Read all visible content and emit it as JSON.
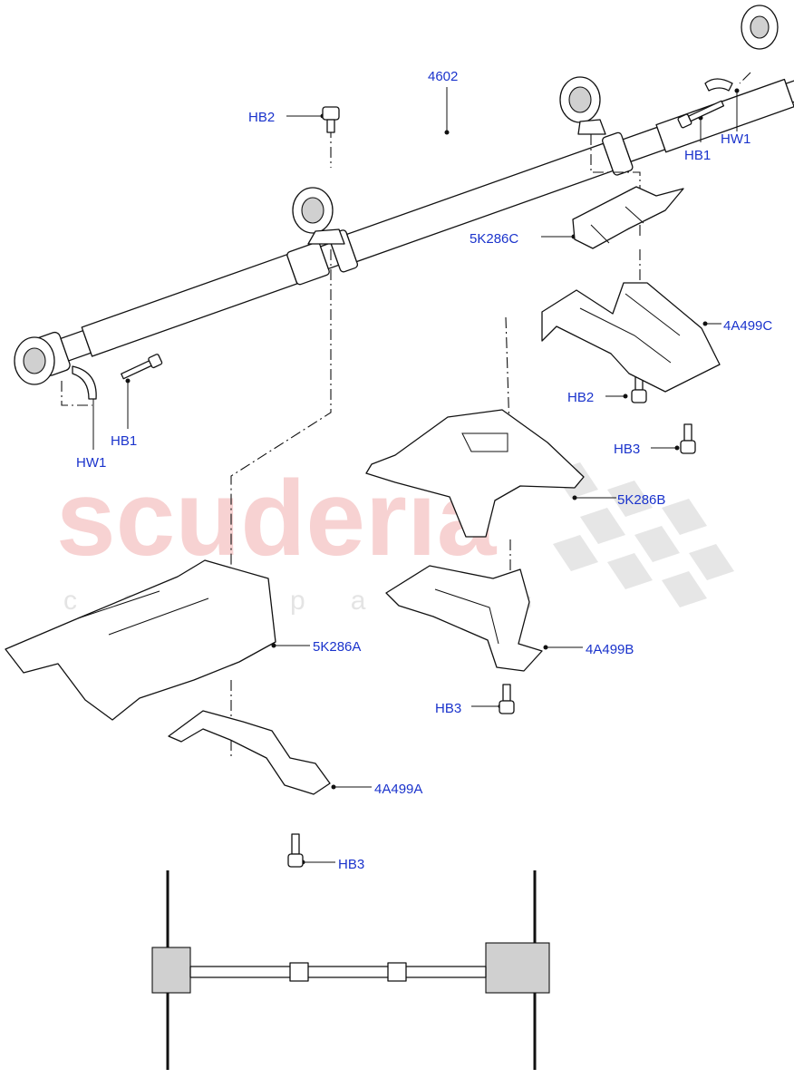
{
  "watermark": {
    "brand": "scuderia",
    "tagline": "car parts"
  },
  "callouts": {
    "propshaft": "4602",
    "hb2_top": "HB2",
    "hb1_right": "HB1",
    "hw1_right": "HW1",
    "heatshield_c": "5K286C",
    "bracket_c": "4A499C",
    "hb2_mid": "HB2",
    "hb3_right": "HB3",
    "hb1_left": "HB1",
    "hw1_left": "HW1",
    "heatshield_b": "5K286B",
    "heatshield_a": "5K286A",
    "bracket_b": "4A499B",
    "hb3_mid": "HB3",
    "bracket_a": "4A499A",
    "hb3_bottom": "HB3"
  }
}
